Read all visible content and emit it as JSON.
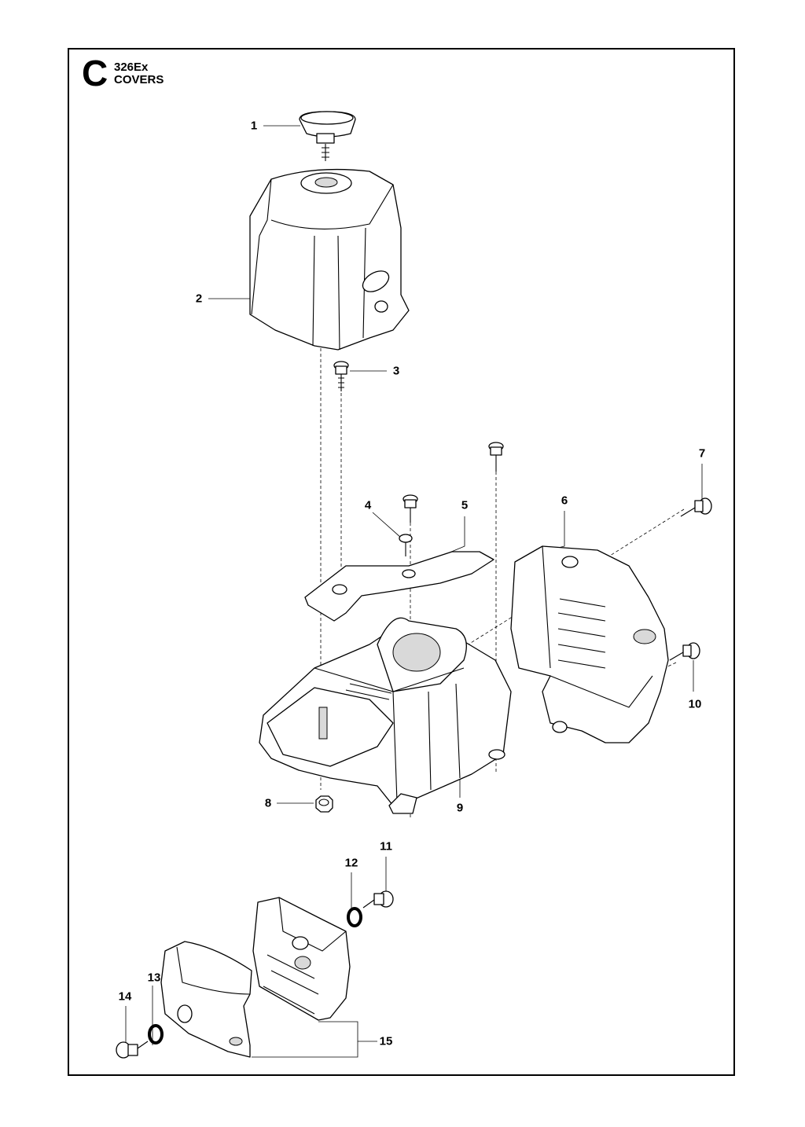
{
  "header": {
    "section_letter": "C",
    "model": "326Ex",
    "title": "COVERS"
  },
  "callouts": [
    "1",
    "2",
    "3",
    "4",
    "5",
    "6",
    "7",
    "8",
    "9",
    "10",
    "11",
    "12",
    "13",
    "14",
    "15"
  ]
}
